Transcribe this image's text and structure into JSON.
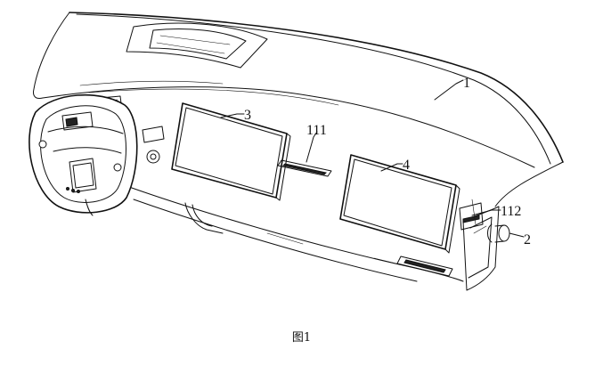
{
  "caption": "图1",
  "callouts": {
    "dashboard": "1",
    "pillar": "2",
    "screen_left": "3",
    "screen_right": "4",
    "slot_center": "111",
    "slot_right": "112"
  }
}
